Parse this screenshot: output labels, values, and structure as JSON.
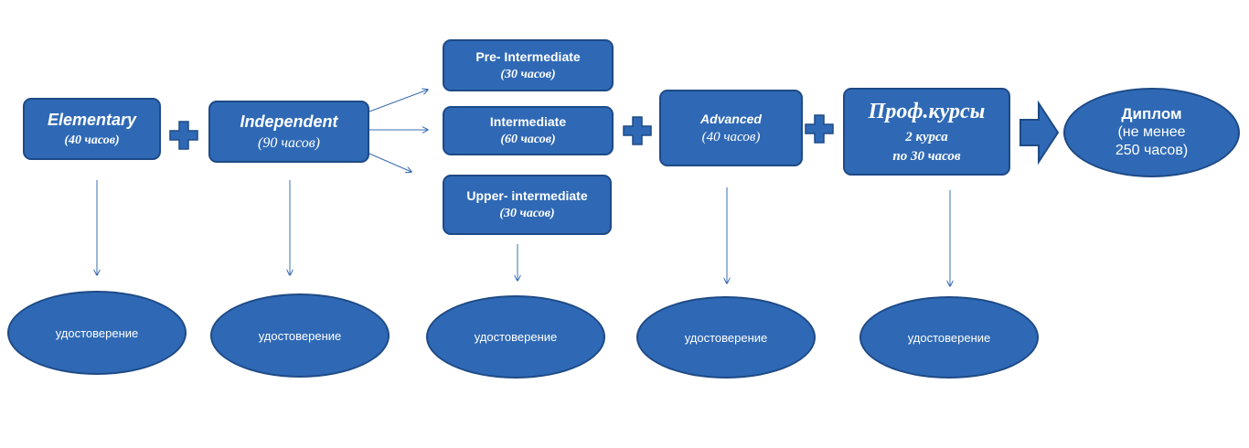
{
  "colors": {
    "box_fill": "#2f69b5",
    "box_border": "#1e4a86",
    "connector": "#3a6cb0"
  },
  "nodes": {
    "elementary": {
      "title": "Elementary",
      "hours": "(40  часов)"
    },
    "independent": {
      "title": "Independent",
      "hours": "(90  часов)"
    },
    "pre_intermediate": {
      "title": "Pre- Intermediate",
      "hours": "(30  часов)"
    },
    "intermediate": {
      "title": "Intermediate",
      "hours": "(60  часов)"
    },
    "upper_intermediate": {
      "title": "Upper- intermediate",
      "hours": "(30  часов)"
    },
    "advanced": {
      "title": "Advanced",
      "hours": "(40  часов)"
    },
    "prof_courses": {
      "title": "Проф.курсы",
      "line1": "2 курса",
      "line2": "по 30 часов"
    },
    "diploma": {
      "title": "Диплом",
      "line1": "(не менее",
      "line2": "250 часов)"
    }
  },
  "certificates": [
    "удостоверение",
    "удостоверение",
    "удостоверение",
    "удостоверение",
    "удостоверение"
  ],
  "operators": {
    "plus": "plus-icon",
    "arrow": "block-arrow-right"
  }
}
